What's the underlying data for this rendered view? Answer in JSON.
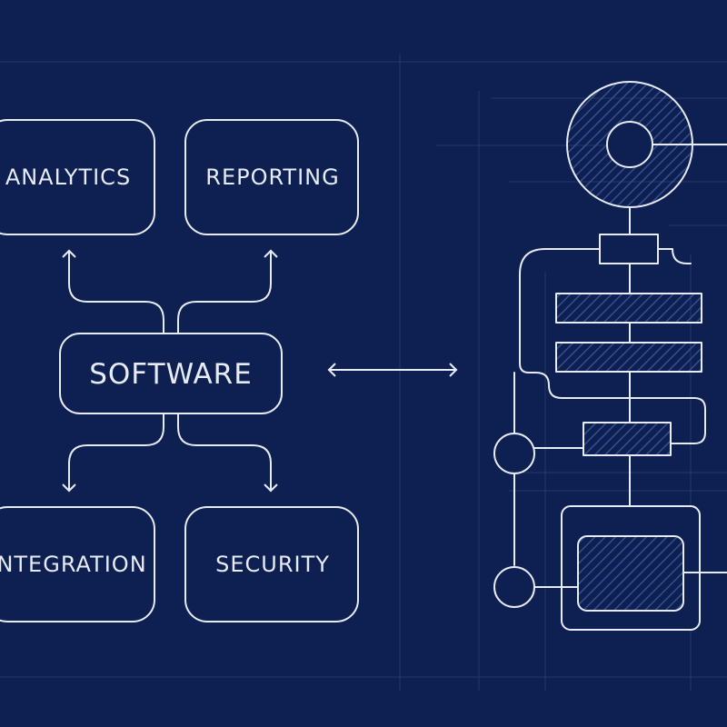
{
  "colors": {
    "background": "#0e1f52",
    "chalk": "#e6ebf4",
    "grid": "#2c3f72",
    "hatch": "#34508f"
  },
  "diagram": {
    "center": {
      "label": "SOFTWARE"
    },
    "nodes": [
      {
        "id": "analytics",
        "label": "ANALYTICS"
      },
      {
        "id": "reporting",
        "label": "REPORTING"
      },
      {
        "id": "integration",
        "label": "INTEGRATION"
      },
      {
        "id": "security",
        "label": "SECURITY"
      }
    ],
    "connector": {
      "type": "bidirectional-arrow"
    }
  },
  "blueprint": {
    "kind": "schematic",
    "icons": [
      "gear-ring-icon",
      "chip-icon",
      "connector-node-icon"
    ]
  }
}
